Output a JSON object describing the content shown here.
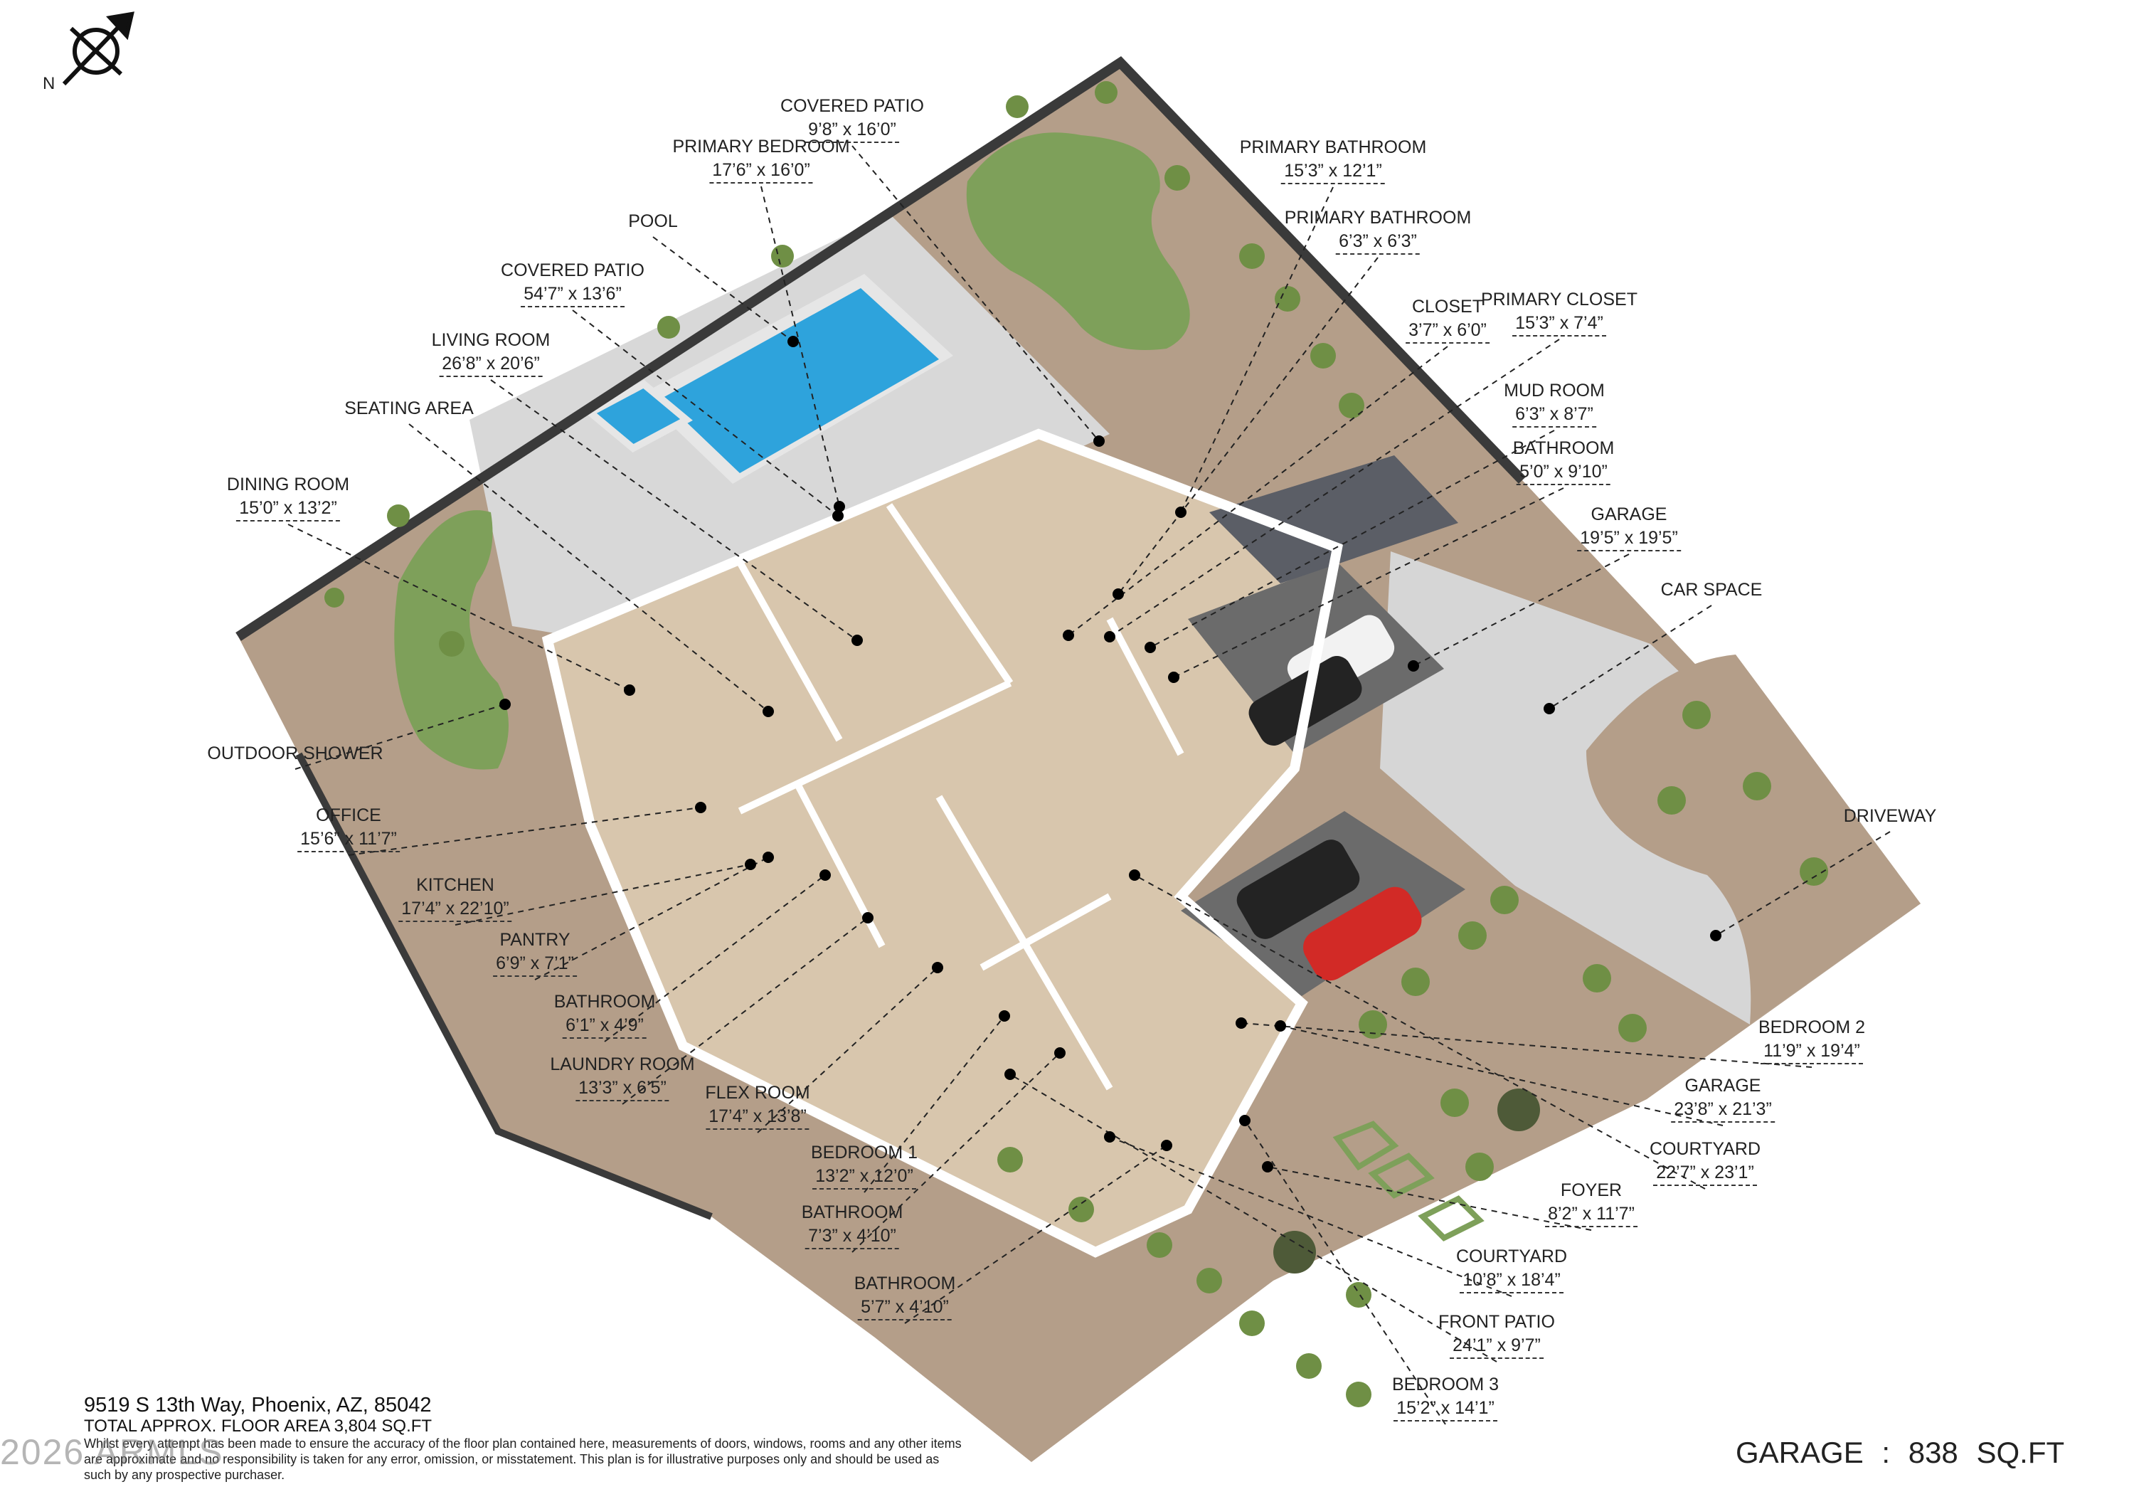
{
  "compass": {
    "label": "N"
  },
  "rooms": [
    {
      "name": "COVERED PATIO",
      "dims": "9’8” x 16’0”"
    },
    {
      "name": "PRIMARY BEDROOM",
      "dims": "17’6” x 16’0”"
    },
    {
      "name": "POOL",
      "dims": ""
    },
    {
      "name": "COVERED PATIO",
      "dims": "54’7” x 13’6”"
    },
    {
      "name": "LIVING ROOM",
      "dims": "26’8” x 20’6”"
    },
    {
      "name": "SEATING AREA",
      "dims": ""
    },
    {
      "name": "DINING ROOM",
      "dims": "15’0” x 13’2”"
    },
    {
      "name": "OUTDOOR SHOWER",
      "dims": ""
    },
    {
      "name": "OFFICE",
      "dims": "15’6” x 11’7”"
    },
    {
      "name": "KITCHEN",
      "dims": "17’4” x 22’10”"
    },
    {
      "name": "PANTRY",
      "dims": "6’9” x 7’1”"
    },
    {
      "name": "BATHROOM",
      "dims": "6’1” x 4’9”"
    },
    {
      "name": "LAUNDRY ROOM",
      "dims": "13’3” x 6’5”"
    },
    {
      "name": "FLEX ROOM",
      "dims": "17’4” x 13’8”"
    },
    {
      "name": "BEDROOM 1",
      "dims": "13’2” x 12’0”"
    },
    {
      "name": "BATHROOM",
      "dims": "7’3” x 4’10”"
    },
    {
      "name": "BATHROOM",
      "dims": "5’7” x 4’10”"
    },
    {
      "name": "PRIMARY BATHROOM",
      "dims": "15’3” x 12’1”"
    },
    {
      "name": "PRIMARY BATHROOM",
      "dims": "6’3” x 6’3”"
    },
    {
      "name": "CLOSET",
      "dims": "3’7” x 6’0”"
    },
    {
      "name": "PRIMARY CLOSET",
      "dims": "15’3” x 7’4”"
    },
    {
      "name": "MUD ROOM",
      "dims": "6’3” x 8’7”"
    },
    {
      "name": "BATHROOM",
      "dims": "5’0” x 9’10”"
    },
    {
      "name": "GARAGE",
      "dims": "19’5” x 19’5”"
    },
    {
      "name": "CAR SPACE",
      "dims": ""
    },
    {
      "name": "DRIVEWAY",
      "dims": ""
    },
    {
      "name": "BEDROOM 2",
      "dims": "11’9” x 19’4”"
    },
    {
      "name": "GARAGE",
      "dims": "23’8” x 21’3”"
    },
    {
      "name": "COURTYARD",
      "dims": "22’7” x 23’1”"
    },
    {
      "name": "FOYER",
      "dims": "8’2” x 11’7”"
    },
    {
      "name": "COURTYARD",
      "dims": "10’8” x 18’4”"
    },
    {
      "name": "FRONT PATIO",
      "dims": "24’1” x 9’7”"
    },
    {
      "name": "BEDROOM 3",
      "dims": "15’2” x 14’1”"
    }
  ],
  "footer": {
    "address": "9519 S 13th Way, Phoenix, AZ, 85042",
    "total_area": "TOTAL APPROX. FLOOR AREA 3,804 SQ.FT",
    "disclaimer": "Whilst every attempt has been made to ensure the accuracy of the floor plan contained here, measurements of doors, windows, rooms and any other items are approximate and no responsibility is taken for any error, omission, or misstatement. This plan is for illustrative purposes only and should be used as such by any prospective purchaser.",
    "copyright": "2026 ARMLS",
    "garage_total": "GARAGE   :   838 SQ.FT"
  },
  "colors": {
    "gravel": "#b49e89",
    "lawn": "#7ea05a",
    "pool": "#2ea3dc",
    "floor": "#d8c6ad",
    "concrete": "#d9d9d9",
    "wall": "#3a3a3a",
    "car_red": "#d22a26"
  }
}
